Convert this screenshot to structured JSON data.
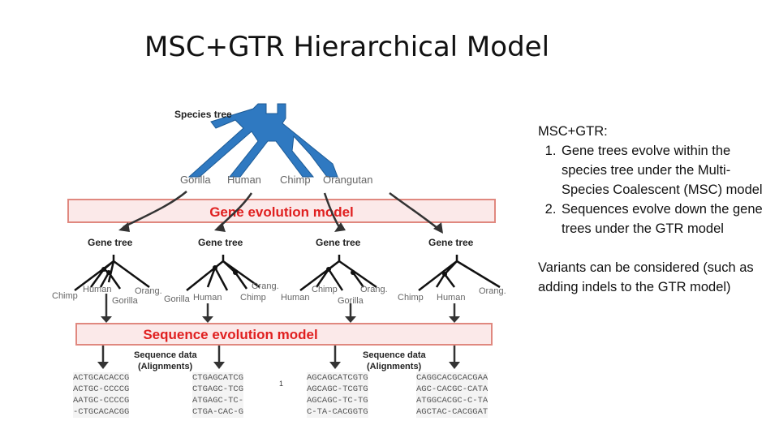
{
  "title": "MSC+GTR Hierarchical Model",
  "figure": {
    "species_tree_label": "Species tree",
    "species": [
      "Gorilla",
      "Human",
      "Chimp",
      "Orangutan"
    ],
    "gene_evolution_label": "Gene evolution model",
    "sequence_evolution_label": "Sequence evolution model",
    "gene_tree_label": "Gene tree",
    "gene_trees": [
      {
        "labels": [
          "Chimp",
          "Human",
          "Orang.",
          "Gorilla"
        ]
      },
      {
        "labels": [
          "Gorilla",
          "Human",
          "Orang.",
          "Chimp"
        ]
      },
      {
        "labels": [
          "Human",
          "Chimp",
          "Orang.",
          "Gorilla"
        ]
      },
      {
        "labels": [
          "Chimp",
          "Human",
          "Orang."
        ]
      }
    ],
    "sequence_data_label_1": "Sequence data",
    "sequence_data_label_2": "(Alignments)",
    "page_marker": "1",
    "alignments": [
      [
        "ACTGCACACCG",
        "ACTGC-CCCCG",
        "AATGC-CCCCG",
        "-CTGCACACGG"
      ],
      [
        "CTGAGCATCG",
        "CTGAGC-TCG",
        "ATGAGC-TC-",
        "CTGA-CAC-G"
      ],
      [
        "AGCAGCATCGTG",
        "AGCAGC-TCGTG",
        "AGCAGC-TC-TG",
        "C-TA-CACGGTG"
      ],
      [
        "CAGGCACGCACGAA",
        "AGC-CACGC-CATA",
        "ATGGCACGC-C-TA",
        "AGCTAC-CACGGAT"
      ]
    ],
    "colors": {
      "species_tree": "#2f79c1",
      "band_fill": "#fbe9e9",
      "band_border": "#e0887f",
      "band_text": "#e02020"
    }
  },
  "description": {
    "heading": "MSC+GTR:",
    "items": [
      "Gene trees evolve within the species tree under the Multi-Species Coalescent (MSC) model",
      "Sequences evolve down the gene trees under the GTR model"
    ],
    "variants": "Variants can be considered (such as adding indels to the GTR model)"
  }
}
